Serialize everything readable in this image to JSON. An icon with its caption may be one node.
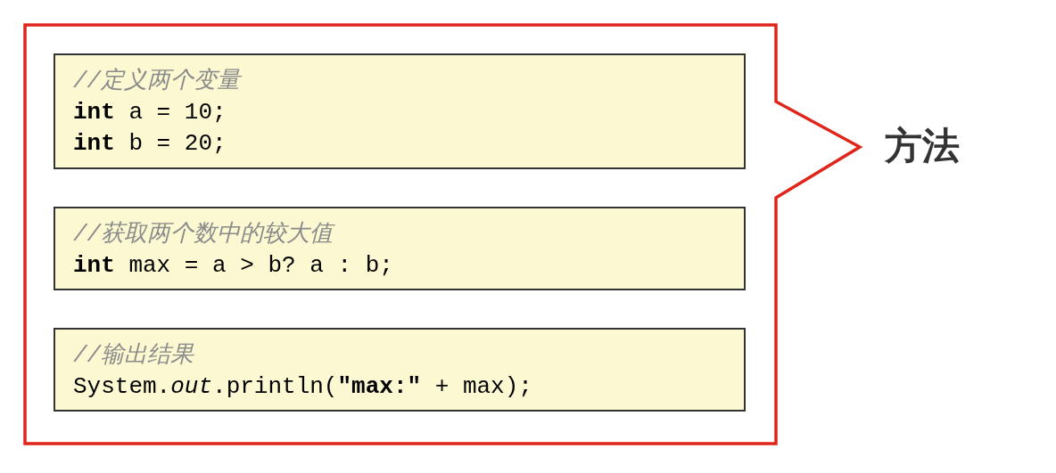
{
  "diagram": {
    "nodes": [
      {
        "text": [
          "方法"
        ]
      },
      {
        "text": [
          "//定义两个变量",
          "**int** a = 10;",
          "**int** b = 20;"
        ],
        "in": 0
      },
      {
        "text": [
          "//获取两个数中的较大值",
          "**int** max = a > b? a : b;"
        ],
        "in": 0
      },
      {
        "text": [
          "//输出结果",
          "System.*out*.println(**\"max:\"** + max);"
        ],
        "in": 0
      }
    ]
  }
}
